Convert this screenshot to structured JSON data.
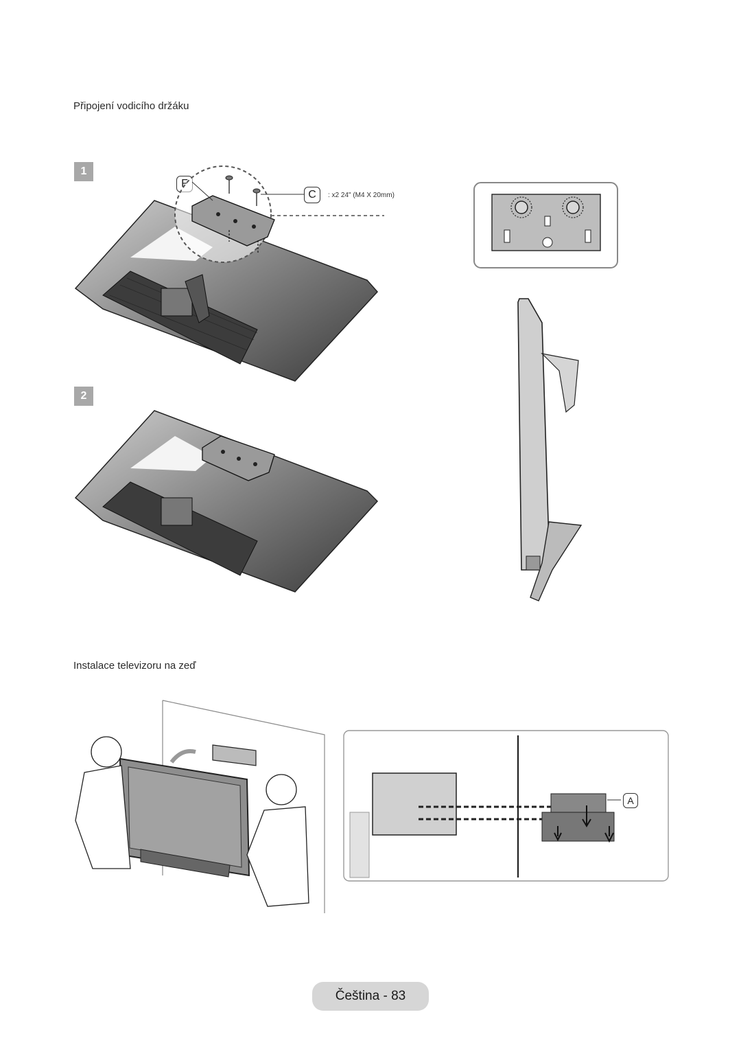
{
  "section1": {
    "title": "Připojení vodicího držáku"
  },
  "steps": {
    "step1": "1",
    "step2": "2"
  },
  "callouts": {
    "f": "F",
    "c": "C",
    "a": "A"
  },
  "screw_spec": ": x2 24\" (M4 X 20mm)",
  "section2": {
    "title": "Instalace televizoru na zeď"
  },
  "footer": {
    "label": "Čeština - 83"
  }
}
